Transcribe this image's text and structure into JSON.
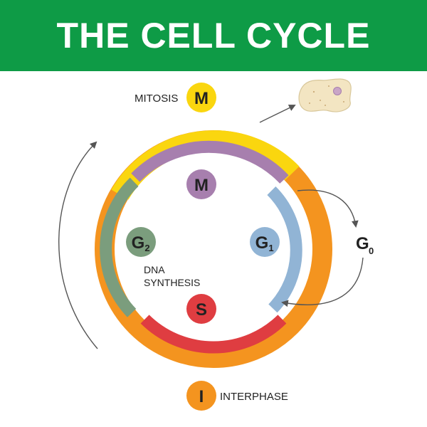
{
  "title": "THE CELL CYCLE",
  "outer_labels": {
    "mitosis": "MITOSIS",
    "interphase": "INTERPHASE"
  },
  "badges": {
    "mitosis_outer": "M",
    "interphase_outer": "I",
    "m_inner": "M",
    "g1_main": "G",
    "g1_sub": "1",
    "g2_main": "G",
    "g2_sub": "2",
    "s": "S",
    "g0_main": "G",
    "g0_sub": "0"
  },
  "dna_synthesis": {
    "line1": "DNA",
    "line2": "SYNTHESIS"
  },
  "colors": {
    "header": "#0e9b46",
    "mitosis_yellow": "#fad60f",
    "interphase_orange": "#f4941f",
    "m_purple": "#a77fae",
    "g1_blue": "#91b4d5",
    "s_red": "#df3d41",
    "g2_green": "#7b9d7d",
    "arrow_gray": "#555555"
  },
  "icons": [
    "cell-icon",
    "arrow-icon"
  ]
}
